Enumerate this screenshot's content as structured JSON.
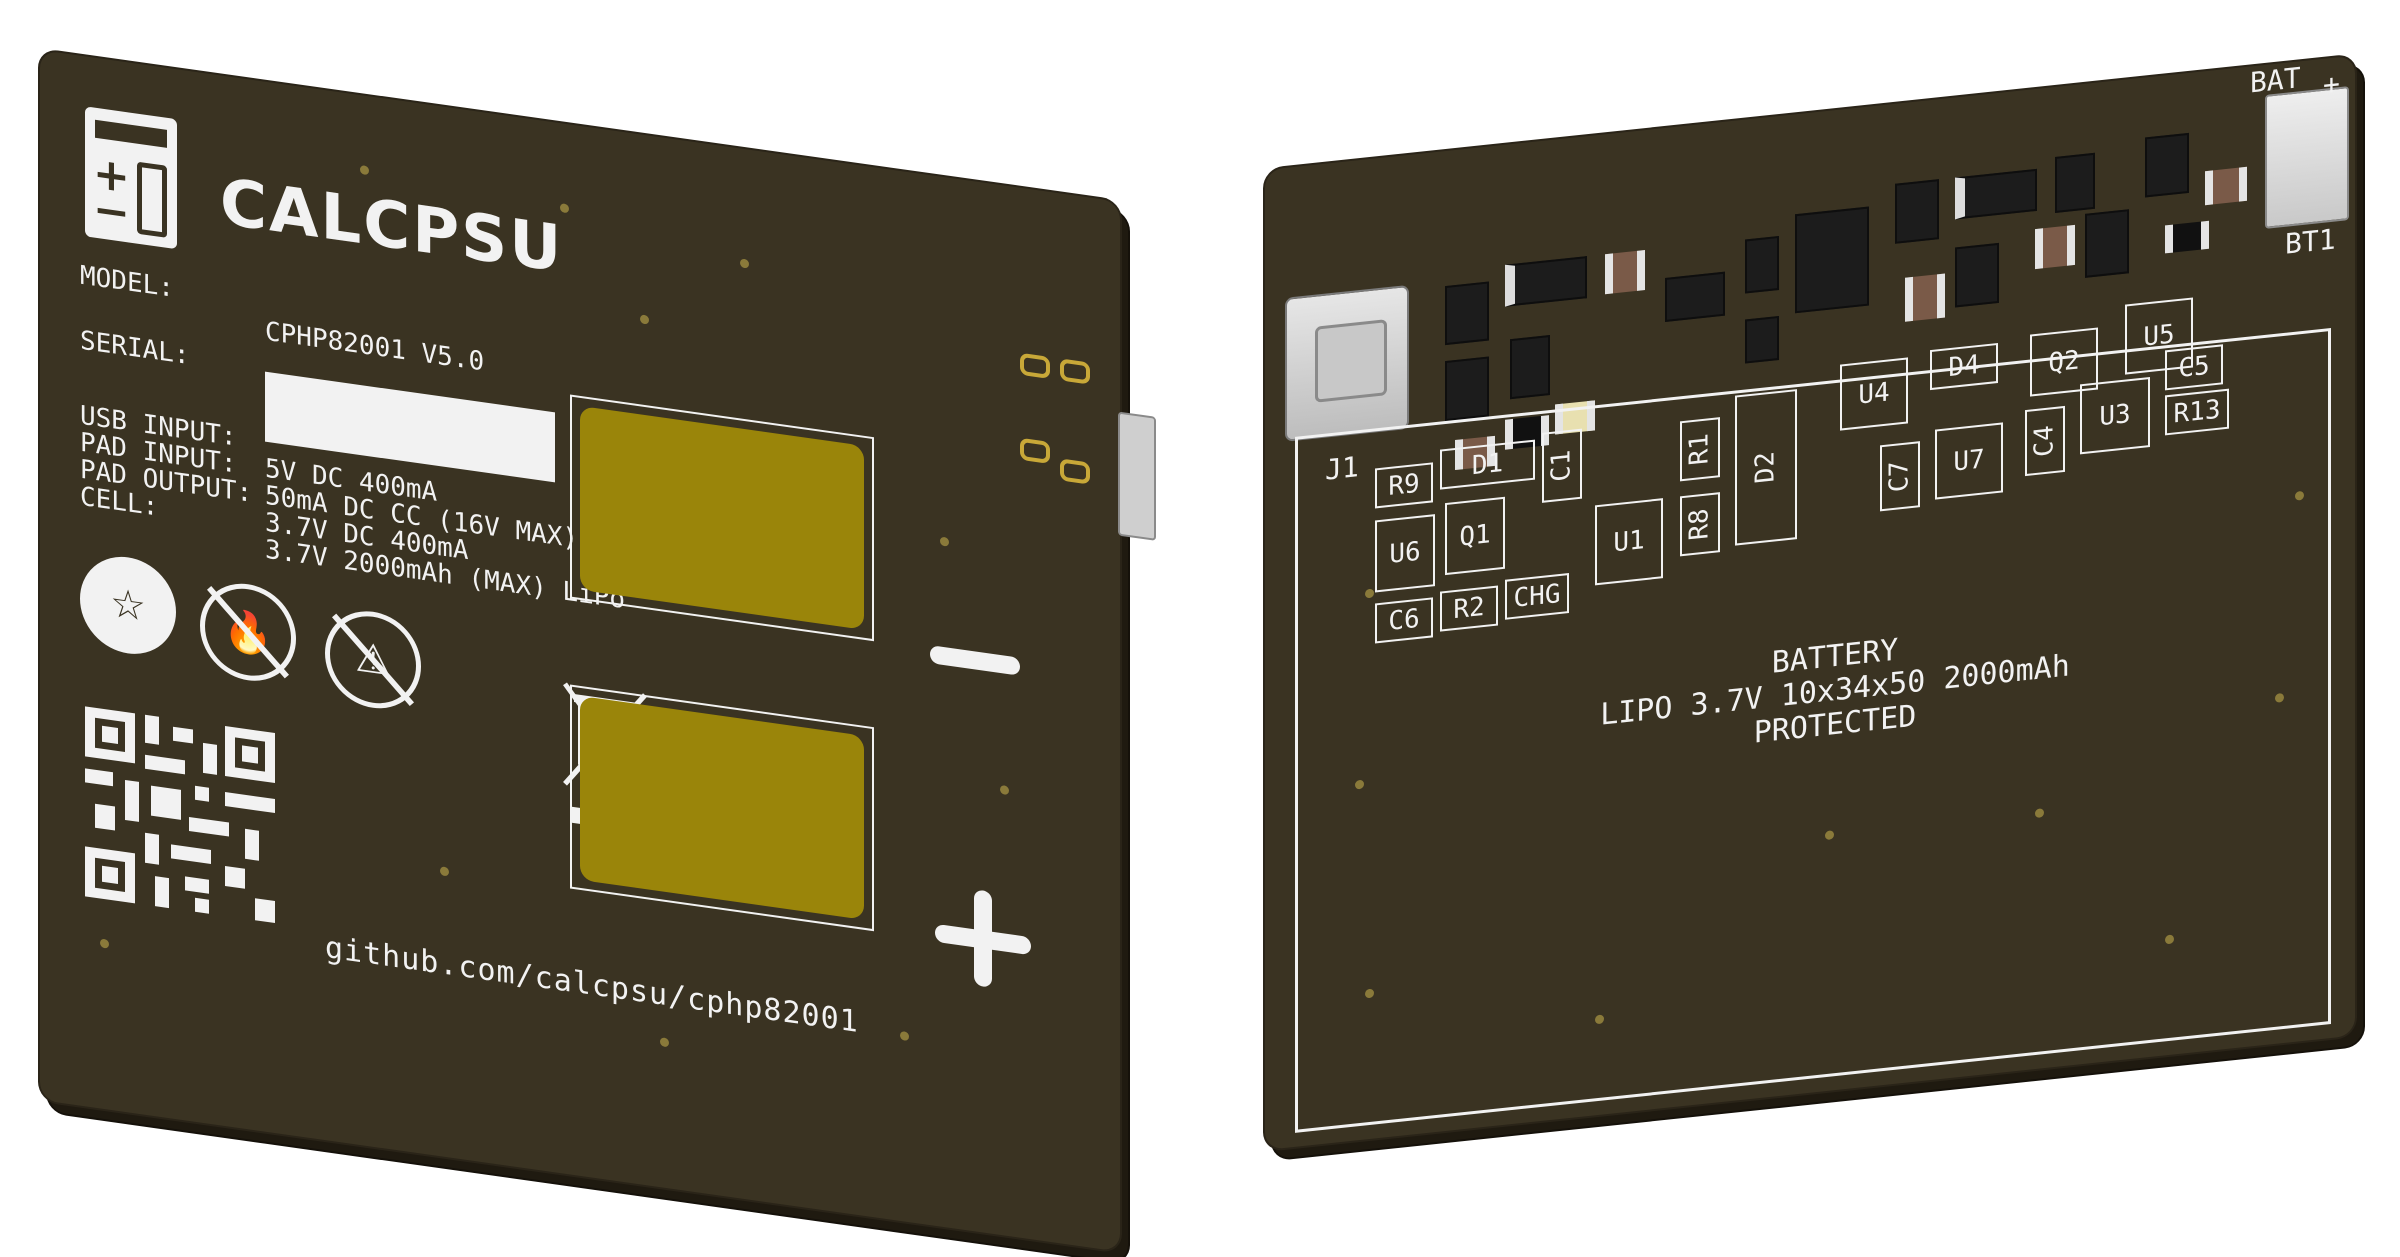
{
  "front": {
    "brand": "CALCPSU",
    "model_label": "MODEL:",
    "model_value": "CPHP82001 V5.0",
    "serial_label": "SERIAL:",
    "usb_input_label": "USB INPUT:",
    "usb_input_value": "5V DC 400mA",
    "pad_input_label": "PAD INPUT:",
    "pad_input_value": "50mA DC CC (16V MAX)",
    "pad_output_label": "PAD OUTPUT:",
    "pad_output_value": "3.7V DC 400mA",
    "cell_label": "CELL:",
    "cell_value": "3.7V 2000mAh (MAX) LiPo",
    "url": "github.com/calcpsu/cphp82001"
  },
  "back": {
    "battery_line1": "BATTERY",
    "battery_line2": "LIPO 3.7V 10x34x50 2000mAh",
    "battery_line3": "PROTECTED",
    "bat_label": "BAT",
    "bat_plus": "+",
    "bt1_label": "BT1",
    "j1_label": "J1",
    "refs": {
      "r9": "R9",
      "d1": "D1",
      "c1": "C1",
      "r1": "R1",
      "u4": "U4",
      "d4": "D4",
      "q2": "Q2",
      "u5": "U5",
      "u6": "U6",
      "q1": "Q1",
      "u1": "U1",
      "r8": "R8",
      "d2": "D2",
      "c7": "C7",
      "u7": "U7",
      "c4": "C4",
      "u3": "U3",
      "c5": "C5",
      "r13": "R13",
      "c6": "C6",
      "r2": "R2",
      "chg": "CHG"
    }
  }
}
